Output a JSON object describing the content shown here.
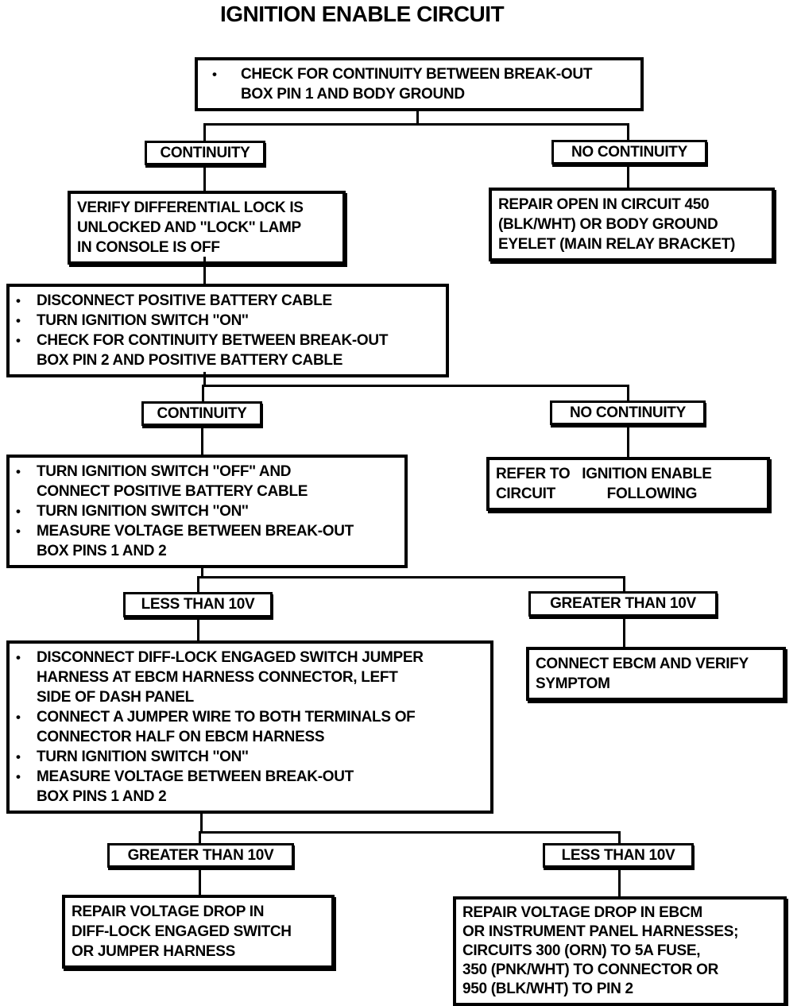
{
  "title": "IGNITION ENABLE CIRCUIT",
  "colors": {
    "ink": "#000000",
    "paper": "#ffffff"
  },
  "flowchart": {
    "step1_check_pin1": {
      "items": [
        "CHECK FOR CONTINUITY BETWEEN BREAK-OUT\nBOX PIN 1 AND BODY GROUND"
      ]
    },
    "branch1_yes": {
      "label": "CONTINUITY"
    },
    "branch1_no": {
      "label": "NO CONTINUITY"
    },
    "verify_diff_lock": {
      "text": "VERIFY DIFFERENTIAL LOCK IS\nUNLOCKED AND ''LOCK'' LAMP\nIN CONSOLE IS OFF"
    },
    "repair_open_circuit450": {
      "text": "REPAIR OPEN IN CIRCUIT 450\n(BLK/WHT) OR BODY GROUND\nEYELET (MAIN RELAY BRACKET)"
    },
    "step2_check_pin2": {
      "items": [
        "DISCONNECT POSITIVE BATTERY CABLE",
        "TURN IGNITION SWITCH ''ON''",
        "CHECK FOR CONTINUITY BETWEEN BREAK-OUT\nBOX PIN 2 AND POSITIVE BATTERY CABLE"
      ]
    },
    "branch2_yes": {
      "label": "CONTINUITY"
    },
    "branch2_no": {
      "label": "NO CONTINUITY"
    },
    "step3_measure_voltage": {
      "items": [
        "TURN IGNITION SWITCH ''OFF'' AND\nCONNECT POSITIVE BATTERY CABLE",
        "TURN IGNITION SWITCH ''ON''",
        "MEASURE VOLTAGE BETWEEN BREAK-OUT\nBOX PINS 1 AND 2"
      ]
    },
    "refer_ignition_enable": {
      "text": "REFER TO   IGNITION ENABLE\nCIRCUIT             FOLLOWING"
    },
    "branch3_less": {
      "label": "LESS THAN 10V"
    },
    "branch3_greater": {
      "label": "GREATER THAN 10V"
    },
    "step4_jumper_test": {
      "items": [
        "DISCONNECT DIFF-LOCK ENGAGED SWITCH JUMPER\nHARNESS AT EBCM HARNESS CONNECTOR, LEFT\nSIDE OF DASH PANEL",
        "CONNECT A JUMPER WIRE TO BOTH TERMINALS OF\nCONNECTOR HALF ON EBCM HARNESS",
        "TURN IGNITION SWITCH ''ON''",
        "MEASURE VOLTAGE BETWEEN BREAK-OUT\nBOX PINS 1 AND 2"
      ]
    },
    "connect_ebcm": {
      "text": "CONNECT EBCM AND VERIFY\nSYMPTOM"
    },
    "branch4_greater": {
      "label": "GREATER THAN 10V"
    },
    "branch4_less": {
      "label": "LESS THAN 10V"
    },
    "repair_diff_lock_switch": {
      "text": "REPAIR VOLTAGE DROP IN\nDIFF-LOCK ENGAGED SWITCH\nOR JUMPER HARNESS"
    },
    "repair_ebcm_harness": {
      "text": "REPAIR VOLTAGE DROP IN EBCM\nOR INSTRUMENT PANEL HARNESSES;\nCIRCUITS 300 (ORN) TO 5A FUSE,\n350 (PNK/WHT) TO CONNECTOR OR\n950 (BLK/WHT) TO PIN 2"
    }
  }
}
